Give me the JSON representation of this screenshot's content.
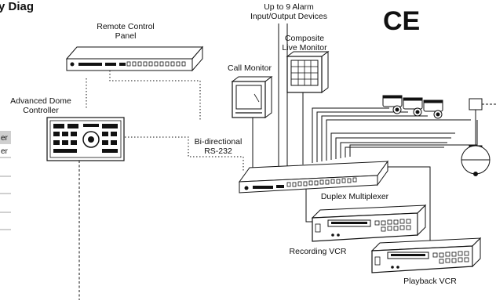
{
  "header": {
    "title_fragment": "y Diag"
  },
  "labels": {
    "alarm_line1": "Up to 9 Alarm",
    "alarm_line2": "Input/Output Devices",
    "ce_mark": "CE",
    "remote_panel_line1": "Remote Control",
    "remote_panel_line2": "Panel",
    "composite_line1": "Composite",
    "composite_line2": "Live Monitor",
    "call_monitor": "Call Monitor",
    "dome_controller_line1": "Advanced Dome",
    "dome_controller_line2": "Controller",
    "bidir_line1": "Bi-directional",
    "bidir_line2": "RS-232",
    "duplex_multiplexer": "Duplex Multiplexer",
    "recording_vcr": "Recording VCR",
    "playback_vcr": "Playback VCR"
  },
  "side_tabs": [
    {
      "label": "er",
      "highlighted": true
    },
    {
      "label": "er",
      "highlighted": false
    }
  ],
  "colors": {
    "line": "#111111",
    "tab_highlight": "#cfcfcf",
    "device_fill": "#ffffff"
  }
}
